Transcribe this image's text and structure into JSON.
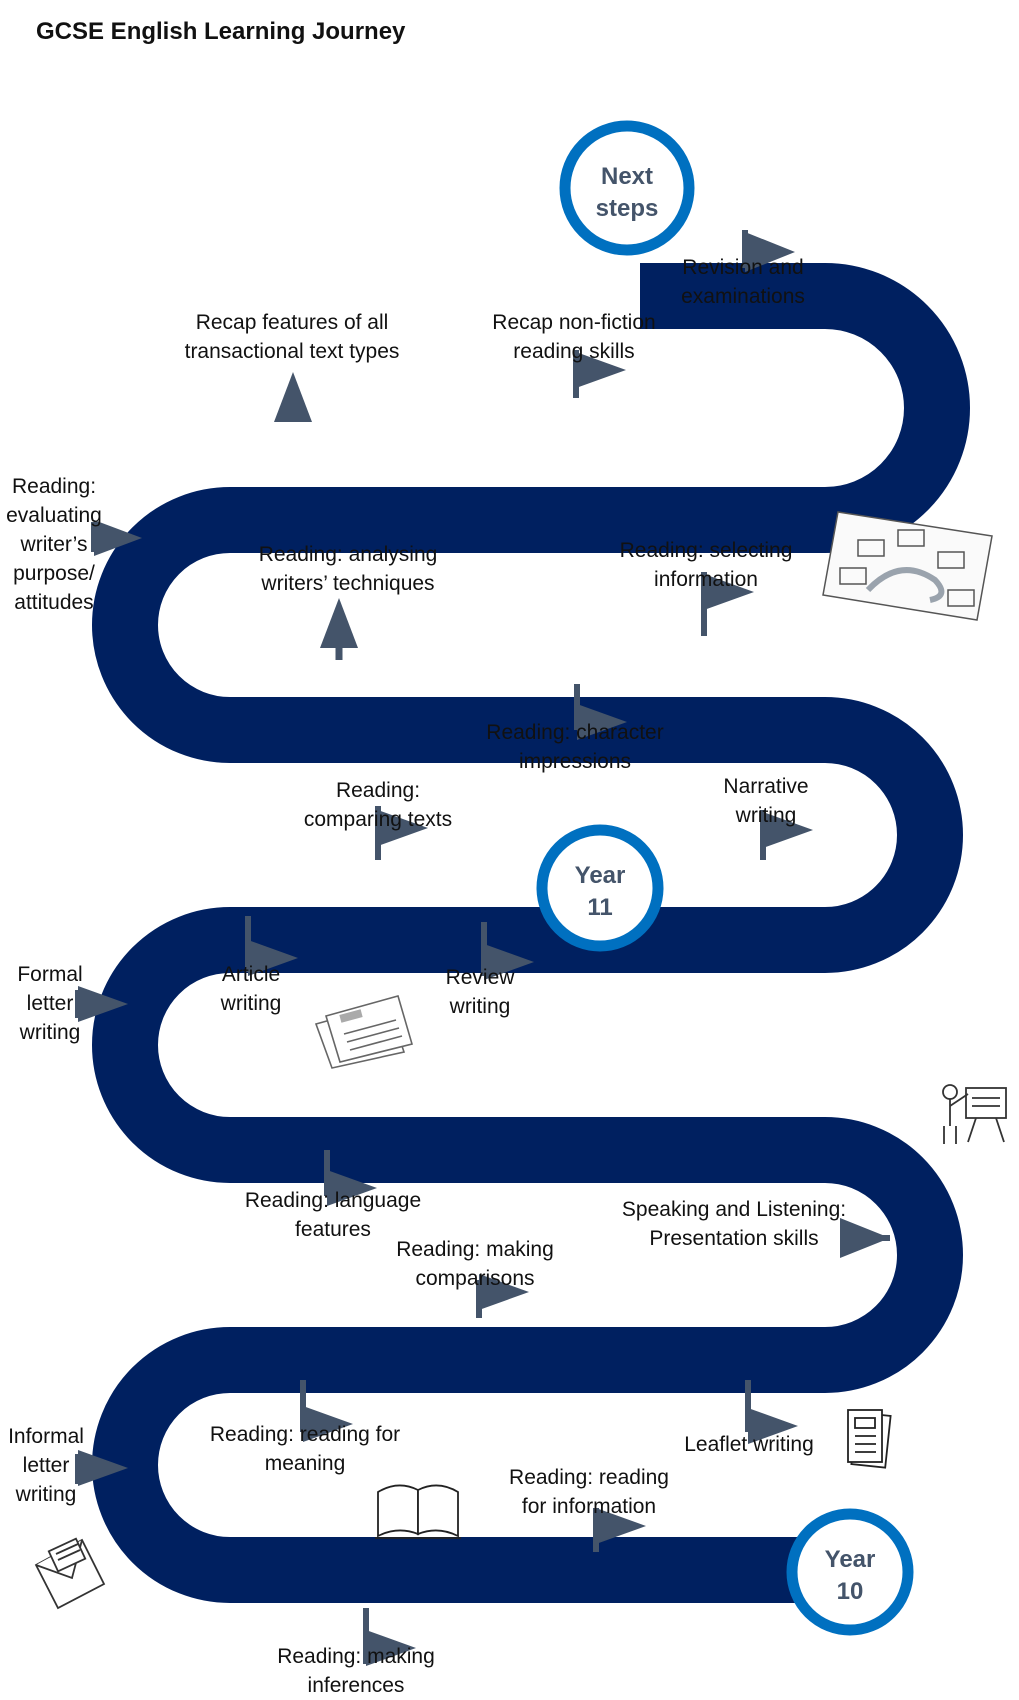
{
  "title": "GCSE English Learning Journey",
  "colors": {
    "road": "#002060",
    "badge_ring": "#0070c0",
    "flag": "#44546a"
  },
  "badges": {
    "next_steps": [
      "Next",
      "steps"
    ],
    "year11": [
      "Year",
      "11"
    ],
    "year10": [
      "Year",
      "10"
    ]
  },
  "milestones": {
    "revision": "Revision and\nexaminations",
    "recap_transactional": "Recap features of all\ntransactional text types",
    "recap_nonfiction": "Recap non-fiction\nreading skills",
    "evaluating": "Reading:\nevaluating\nwriter’s\npurpose/\nattitudes",
    "analysing": "Reading: analysing\nwriters’ techniques",
    "selecting": "Reading: selecting\ninformation",
    "character": "Reading: character\nimpressions",
    "comparing_texts": "Reading:\ncomparing texts",
    "narrative": "Narrative\nwriting",
    "formal_letter": "Formal\nletter\nwriting",
    "article": "Article\nwriting",
    "review": "Review\nwriting",
    "language_features": "Reading: language\nfeatures",
    "making_comparisons": "Reading: making\ncomparisons",
    "speaking_listening": "Speaking and Listening:\nPresentation skills",
    "informal_letter": "Informal\nletter\nwriting",
    "reading_meaning": "Reading: reading for\nmeaning",
    "leaflet": "Leaflet writing",
    "reading_information": "Reading: reading\nfor information",
    "inferences": "Reading: making\ninferences"
  },
  "icons": [
    "newspaper-icon",
    "presenter-icon",
    "book-icon",
    "envelope-icon",
    "leaflet-icon",
    "story-mountain-worksheet-icon"
  ]
}
